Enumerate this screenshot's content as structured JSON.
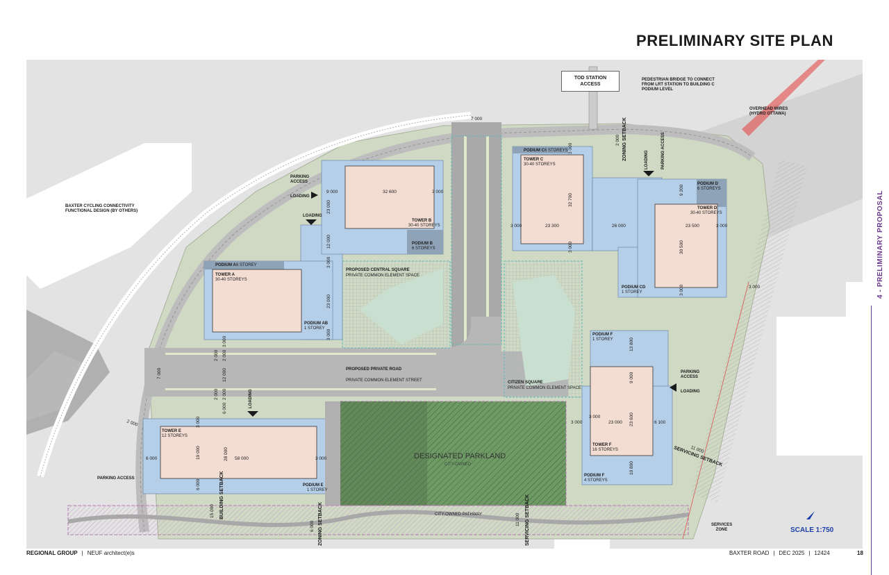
{
  "page_title": "PRELIMINARY SITE PLAN",
  "side_label": "4 - PRELIMINARY PROPOSAL",
  "scale_label": "SCALE 1:750",
  "tod_station": "TOD STATION ACCESS",
  "park": {
    "title": "DESIGNATED PARKLAND",
    "subtitle": "CITY-OWNED"
  },
  "labels": {
    "pedestrian_bridge": "PEDESTRIAN BRIDGE TO CONNECT FROM LRT STATION TO BUILDING C PODIUM LEVEL",
    "overhead_wires": "OVERHEAD WIRES (HYDRO OTTAWA)",
    "baxter_cycling": "BAXTER CYCLING CONNECTIVITY FUNCTIONAL DESIGN (BY OTHERS)",
    "parking_access": "PARKING ACCESS",
    "loading": "LOADING",
    "central_square": "PROPOSED CENTRAL SQUARE",
    "central_square_sub": "PRIVATE COMMON ELEMENT SPACE",
    "private_road": "PROPOSED PRIVATE ROAD",
    "private_road_sub": "PRIVATE COMMON ELEMENT STREET",
    "citizen_square": "CITIZEN SQUARE",
    "citizen_square_sub": "PRIVATE COMMON ELEMENT SPACE",
    "city_pathway": "CITY-OWNED PATHWAY",
    "services_zone": "SERVICES ZONE",
    "zoning_setback": "ZONING SETBACK",
    "building_setback": "BUILDING SETBACK",
    "servicing_setback": "SERVICING SETBACK",
    "zoning_setback_short": "ZONING SETBACK"
  },
  "buildings": {
    "tower_a": {
      "name": "TOWER A",
      "storeys": "30-40 STOREYS"
    },
    "podium_a": {
      "name": "PODIUM A",
      "storeys": "6 STOREY"
    },
    "tower_b": {
      "name": "TOWER B",
      "storeys": "30-40 STOREYS"
    },
    "podium_b": {
      "name": "PODIUM B",
      "storeys": "6 STOREYS"
    },
    "podium_ab": {
      "name": "PODIUM AB",
      "storeys": "1 STOREY"
    },
    "tower_c": {
      "name": "TOWER C",
      "storeys": "30-40 STOREYS"
    },
    "podium_c": {
      "name": "PODIUM C",
      "storeys": "6 STOREYS"
    },
    "tower_d": {
      "name": "TOWER D",
      "storeys": "30-40 STOREYS"
    },
    "podium_d": {
      "name": "PODIUM D",
      "storeys": "6 STOREYS"
    },
    "podium_cd": {
      "name": "PODIUM CD",
      "storeys": "1 STOREY"
    },
    "tower_e": {
      "name": "TOWER E",
      "storeys": "12 STOREYS"
    },
    "podium_e": {
      "name": "PODIUM E",
      "storeys": "1 STOREY"
    },
    "tower_f": {
      "name": "TOWER F",
      "storeys": "16 STOREYS"
    },
    "podium_f_top": {
      "name": "PODIUM F",
      "storeys": "1 STOREY"
    },
    "podium_f_bottom": {
      "name": "PODIUM F",
      "storeys": "4 STOREYS"
    }
  },
  "dims": {
    "d7000_top": "7 000",
    "d9000_b": "9 000",
    "d32600": "32 600",
    "d3000_b": "3 000",
    "d23000_b": "23 000",
    "d12000_ab": "12 000",
    "d3000_ab1": "3 000",
    "d23000_a": "23 000",
    "d3000_ab2": "3 000",
    "d3000_c1": "3 000",
    "d32700": "32 700",
    "d3000_cl": "3 000",
    "d23300": "23 300",
    "d26000": "26 000",
    "d23500": "23 500",
    "d3000_dr": "3 000",
    "d3000_c2": "3 000",
    "d2000_top": "2 000",
    "d9200": "9 200",
    "d30500": "30 500",
    "d3000_d": "3 000",
    "d3000_e1": "3 000",
    "d2000_r1": "2 000",
    "d2000_r2": "2 000",
    "d12000_r": "12 000",
    "d7000_l": "7 000",
    "d2000_r3": "2 000",
    "d2000_r4": "2 000",
    "d6000_e": "6 000",
    "d3000_e2": "3 000",
    "d19000": "19 000",
    "d28000": "28 000",
    "d6000_el": "6 000",
    "d58000": "58 000",
    "d3000_er": "3 000",
    "d6000_eb": "6 000",
    "d2000_sw": "2 000",
    "d13800": "13 800",
    "d9000_f": "9 000",
    "d3000_fl": "3 000",
    "d3000_f2": "3 000",
    "d23000_f": "23 000",
    "d23600": "23 600",
    "d6100": "6 100",
    "d10800": "10 800",
    "d15000": "15 000",
    "d6000_z": "6 000",
    "d11000_s": "11 000",
    "d11000_ss": "11 000",
    "d3000_edge": "3 000"
  },
  "footer": {
    "left_a": "REGIONAL GROUP",
    "left_b": "NEUF architect(e)s",
    "right_a": "BAXTER ROAD",
    "right_b": "DEC 2025",
    "right_c": "12424",
    "page": "18"
  },
  "colors": {
    "accent_purple": "#6b3a8c",
    "scale_blue": "#1f3fa8"
  }
}
